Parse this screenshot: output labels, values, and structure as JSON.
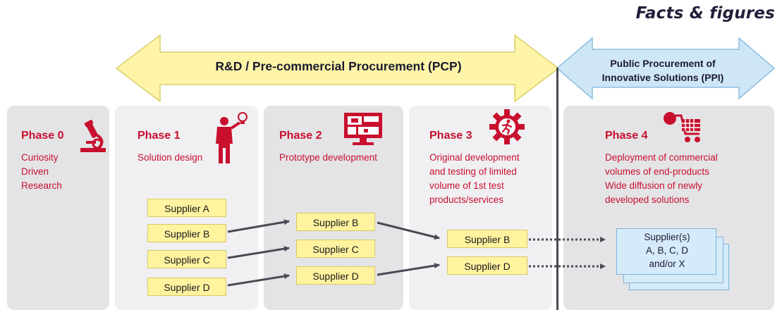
{
  "header": {
    "title": "Facts & figures"
  },
  "arrows": {
    "pcp": "R&D / Pre-commercial Procurement (PCP)",
    "ppi_line1": "Public Procurement of",
    "ppi_line2": "Innovative Solutions (PPI)"
  },
  "phases": [
    {
      "title": "Phase 0",
      "icon": "microscope-icon",
      "desc": [
        "Curiosity",
        "Driven",
        "Research"
      ]
    },
    {
      "title": "Phase 1",
      "icon": "idea-person-icon",
      "desc": [
        "Solution design"
      ]
    },
    {
      "title": "Phase 2",
      "icon": "blueprint-monitor-icon",
      "desc": [
        "Prototype development"
      ]
    },
    {
      "title": "Phase 3",
      "icon": "gear-runner-icon",
      "desc": [
        "Original development",
        "and testing of limited",
        "volume of 1st test",
        "products/services"
      ]
    },
    {
      "title": "Phase 4",
      "icon": "shopping-cart-icon",
      "desc": [
        "Deployment of commercial",
        "volumes of end-products",
        "Wide diffusion of newly",
        "developed solutions"
      ]
    }
  ],
  "suppliers": {
    "phase1": [
      "Supplier A",
      "Supplier B",
      "Supplier C",
      "Supplier D"
    ],
    "phase2": [
      "Supplier B",
      "Supplier C",
      "Supplier D"
    ],
    "phase3": [
      "Supplier B",
      "Supplier D"
    ]
  },
  "final": {
    "line1": "Supplier(s)",
    "line2": "A, B, C, D",
    "line3": "and/or X"
  },
  "colors": {
    "phase_red": "#c8102e",
    "pcp_arrow": "#fff5a8",
    "ppi_arrow": "#cfe6f7",
    "supplier_fill": "#fff3a0",
    "panel_gray": "#e4e4e6"
  }
}
